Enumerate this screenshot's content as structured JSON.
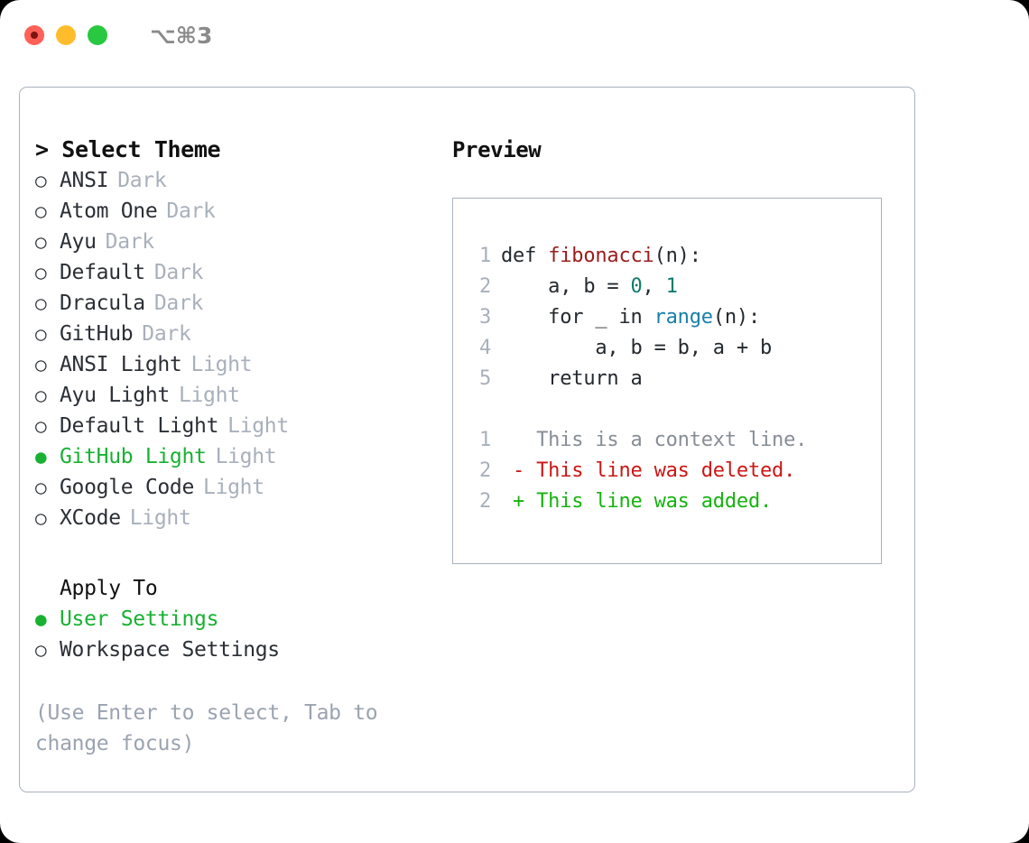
{
  "titlebar": {
    "shortcut": "⌥⌘3",
    "buttons": [
      {
        "name": "close",
        "color": "#ff6058"
      },
      {
        "name": "minimize",
        "color": "#ffbd2e"
      },
      {
        "name": "maximize",
        "color": "#28c840"
      }
    ]
  },
  "left": {
    "heading": "> Select Theme",
    "themes": [
      {
        "bullet": "○",
        "label": "ANSI",
        "tag": "Dark",
        "selected": false
      },
      {
        "bullet": "○",
        "label": "Atom One",
        "tag": "Dark",
        "selected": false
      },
      {
        "bullet": "○",
        "label": "Ayu",
        "tag": "Dark",
        "selected": false
      },
      {
        "bullet": "○",
        "label": "Default",
        "tag": "Dark",
        "selected": false
      },
      {
        "bullet": "○",
        "label": "Dracula",
        "tag": "Dark",
        "selected": false
      },
      {
        "bullet": "○",
        "label": "GitHub",
        "tag": "Dark",
        "selected": false
      },
      {
        "bullet": "○",
        "label": "ANSI Light",
        "tag": "Light",
        "selected": false
      },
      {
        "bullet": "○",
        "label": "Ayu Light",
        "tag": "Light",
        "selected": false
      },
      {
        "bullet": "○",
        "label": "Default Light",
        "tag": "Light",
        "selected": false
      },
      {
        "bullet": "●",
        "label": "GitHub Light",
        "tag": "Light",
        "selected": true
      },
      {
        "bullet": "○",
        "label": "Google Code",
        "tag": "Light",
        "selected": false
      },
      {
        "bullet": "○",
        "label": "XCode",
        "tag": "Light",
        "selected": false
      }
    ],
    "apply_heading": "Apply To",
    "apply_options": [
      {
        "bullet": "●",
        "label": "User Settings",
        "selected": true
      },
      {
        "bullet": "○",
        "label": "Workspace Settings",
        "selected": false
      }
    ],
    "hint": "(Use Enter to select, Tab to change focus)"
  },
  "right": {
    "title": "Preview",
    "code_lines": [
      {
        "num": "1",
        "tokens": [
          {
            "t": "def ",
            "c": "plain"
          },
          {
            "t": "fibonacci",
            "c": "fn"
          },
          {
            "t": "(n):",
            "c": "plain"
          }
        ]
      },
      {
        "num": "2",
        "tokens": [
          {
            "t": "    a, b = ",
            "c": "plain"
          },
          {
            "t": "0",
            "c": "num"
          },
          {
            "t": ", ",
            "c": "plain"
          },
          {
            "t": "1",
            "c": "num"
          }
        ]
      },
      {
        "num": "3",
        "tokens": [
          {
            "t": "    for _ in ",
            "c": "plain"
          },
          {
            "t": "range",
            "c": "builtin"
          },
          {
            "t": "(n):",
            "c": "plain"
          }
        ]
      },
      {
        "num": "4",
        "tokens": [
          {
            "t": "        a, b = b, a + b",
            "c": "plain"
          }
        ]
      },
      {
        "num": "5",
        "tokens": [
          {
            "t": "    return a",
            "c": "plain"
          }
        ]
      }
    ],
    "diff_lines": [
      {
        "num": "1",
        "tokens": [
          {
            "t": "   This is a context line.",
            "c": "ctx"
          }
        ]
      },
      {
        "num": "2",
        "tokens": [
          {
            "t": " - This line was deleted.",
            "c": "del"
          }
        ]
      },
      {
        "num": "2",
        "tokens": [
          {
            "t": " + This line was added.",
            "c": "add"
          }
        ]
      }
    ]
  }
}
